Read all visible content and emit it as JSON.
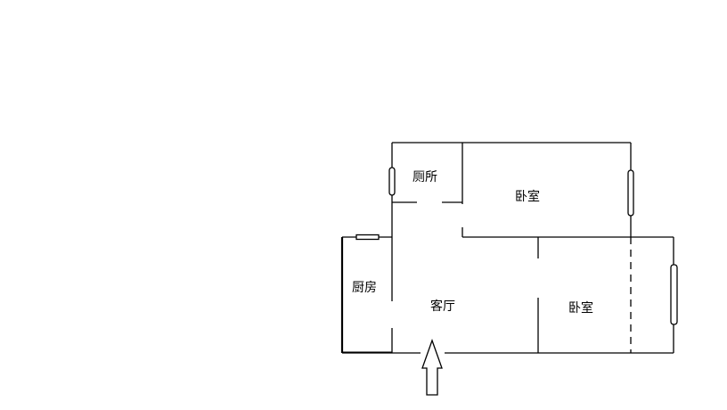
{
  "rooms": {
    "toilet": "厕所",
    "bedroom_top": "卧室",
    "kitchen": "厨房",
    "living_room": "客厅",
    "bedroom_bottom": "卧室"
  },
  "colors": {
    "line": "#000000",
    "background": "#ffffff"
  }
}
